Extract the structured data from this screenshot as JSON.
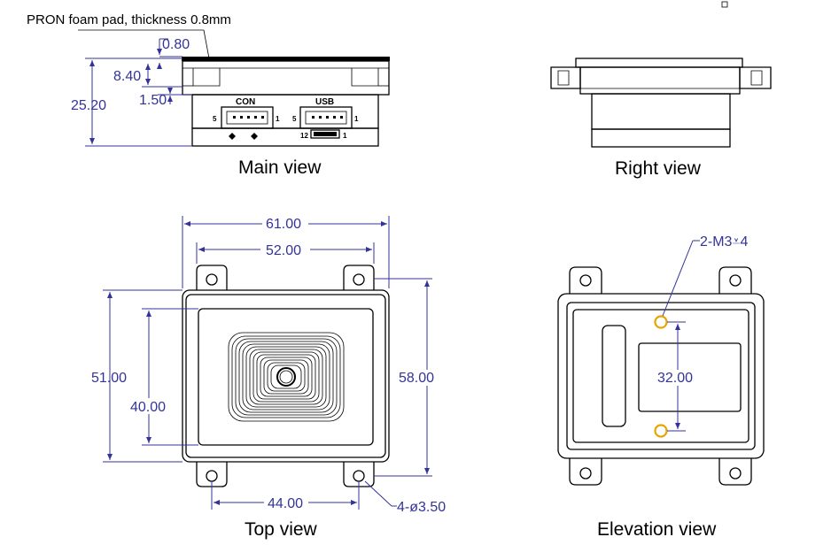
{
  "views": {
    "main": "Main view",
    "right": "Right view",
    "top": "Top view",
    "elevation": "Elevation view"
  },
  "note": "PRON foam pad, thickness 0.8mm",
  "main_dims": {
    "d1": "0.80",
    "d2": "8.40",
    "d3": "1.50",
    "d4": "25.20"
  },
  "connectors": {
    "con_label": "CON",
    "usb_label": "USB",
    "con_pin_left": "5",
    "con_pin_right": "1",
    "usb_pin_left": "5",
    "usb_pin_right": "1",
    "fpc_pin_left": "12",
    "fpc_pin_right": "1"
  },
  "top_dims": {
    "overall_width": "61.00",
    "inner_width": "52.00",
    "height_outer": "51.00",
    "height_inner": "40.00",
    "height_right": "58.00",
    "hole_spacing": "44.00",
    "holes": "4-ø3.50"
  },
  "elev_dims": {
    "mount": "2-M3⩡4",
    "spacing": "32.00"
  },
  "colors": {
    "dimension": "#333399",
    "highlight": "#e8a400",
    "line": "#000000"
  }
}
